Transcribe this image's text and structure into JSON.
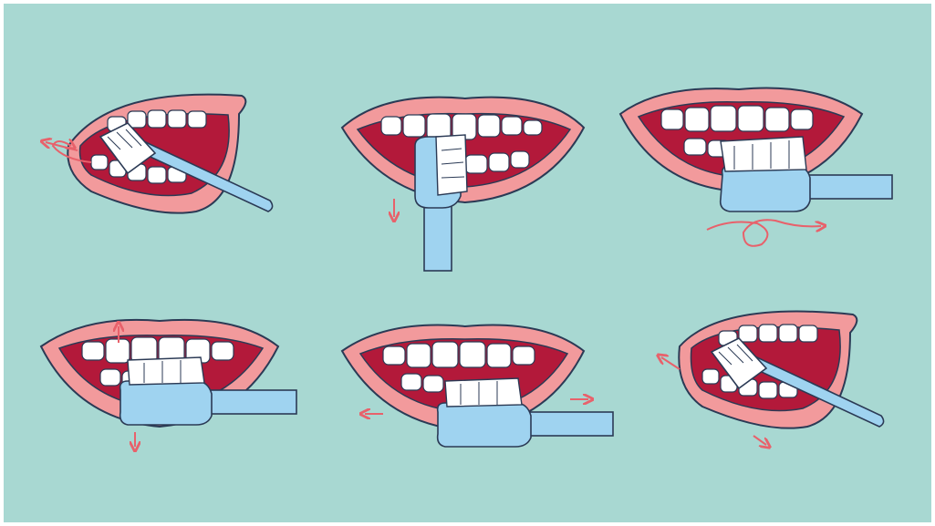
{
  "illustration": {
    "background_color": "#a8d8d2",
    "frame_color": "#ffffff",
    "colors": {
      "lip": "#f29a9c",
      "lip_outline": "#2b3a55",
      "lip_highlight": "#f8c3c4",
      "mouth_interior": "#b3193a",
      "gum": "#e8657a",
      "tooth": "#ffffff",
      "brush_handle": "#9fd3f0",
      "bristles": "#ffffff",
      "motion_arrow": "#e8616b"
    },
    "panels": [
      {
        "name": "brush-outer-upper-side-angle",
        "brush": "angled",
        "motion": "circular-outward"
      },
      {
        "name": "brush-inner-front-teeth-vertical",
        "brush": "vertical",
        "motion": "down"
      },
      {
        "name": "brush-front-teeth-circular",
        "brush": "horizontal",
        "motion": "loop-right"
      },
      {
        "name": "brush-front-up-down",
        "brush": "horizontal",
        "motion": "up-and-down"
      },
      {
        "name": "brush-front-left-right",
        "brush": "horizontal",
        "motion": "left-and-right"
      },
      {
        "name": "brush-side-angle-sweep",
        "brush": "angled",
        "motion": "out-and-down"
      }
    ]
  }
}
